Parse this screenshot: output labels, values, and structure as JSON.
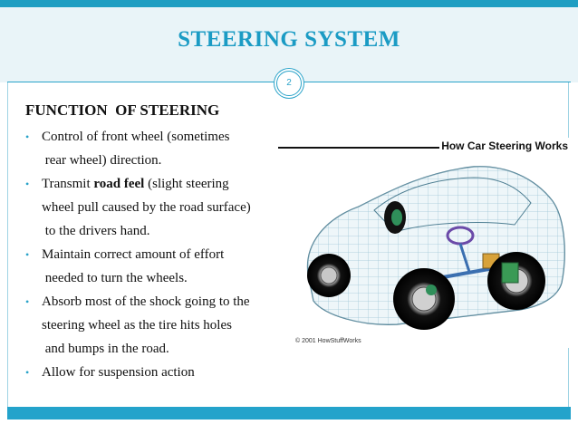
{
  "slide": {
    "title": "STEERING SYSTEM",
    "page_number": "2",
    "heading": "FUNCTION  OF STEERING",
    "bullets": [
      {
        "lines": [
          [
            {
              "text": "Control of front wheel (sometimes"
            }
          ],
          [
            {
              "text": " rear wheel) direction."
            }
          ]
        ]
      },
      {
        "lines": [
          [
            {
              "text": "Transmit "
            },
            {
              "text": "road feel",
              "bold": true
            },
            {
              "text": " (slight steering"
            }
          ],
          [
            {
              "text": "wheel pull caused by the road surface)"
            }
          ],
          [
            {
              "text": " to the drivers hand."
            }
          ]
        ]
      },
      {
        "lines": [
          [
            {
              "text": "Maintain correct amount of effort"
            }
          ],
          [
            {
              "text": " needed to turn the wheels."
            }
          ]
        ]
      },
      {
        "lines": [
          [
            {
              "text": "Absorb most of the shock going to the"
            }
          ],
          [
            {
              "text": "steering wheel as the tire hits holes"
            }
          ],
          [
            {
              "text": " and bumps in the road."
            }
          ]
        ]
      },
      {
        "lines": [
          [
            {
              "text": "Allow for suspension action"
            }
          ]
        ]
      }
    ],
    "bullet_glyph": "•"
  },
  "figure": {
    "title": "How Car Steering Works",
    "credit": "© 2001 HowStuffWorks"
  },
  "colors": {
    "accent": "#1f9ec2",
    "title_band": "#e9f4f8",
    "wireframe": "#7fb7cf"
  }
}
